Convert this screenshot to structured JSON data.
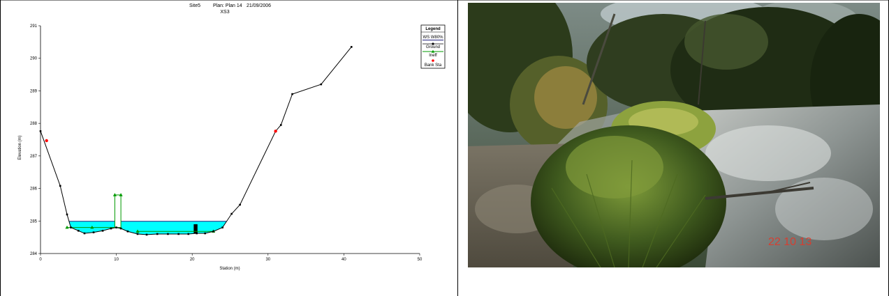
{
  "chart_data": {
    "type": "line",
    "title_parts": [
      "Site5",
      "Plan: Plan 14",
      "21/09/2006"
    ],
    "subtitle": "XS3",
    "xlabel": "Station (m)",
    "ylabel": "Elevation (m)",
    "xlim": [
      0,
      50
    ],
    "ylim": [
      284,
      291
    ],
    "x_ticks": [
      0,
      10,
      20,
      30,
      40,
      50
    ],
    "y_ticks": [
      284,
      285,
      286,
      287,
      288,
      289,
      290,
      291
    ],
    "grid": false,
    "legend_position": "top-right",
    "legend_title": "Legend",
    "colors": {
      "water_fill": "#00FFFF",
      "ws_line": "#1F1F7A",
      "ground": "#000000",
      "ineff": "#009900",
      "bank": "#FF0000"
    },
    "series": [
      {
        "name": "WS W80%",
        "type": "water-surface",
        "elevation": 284.99,
        "x_start": 3.8,
        "x_end": 24.5
      },
      {
        "name": "Ground",
        "x": [
          0,
          2.6,
          3.5,
          4.0,
          5.0,
          5.8,
          7.0,
          8.2,
          9.3,
          10.0,
          10.6,
          11.5,
          12.8,
          14.0,
          15.4,
          16.8,
          18.2,
          19.5,
          20.6,
          21.7,
          22.8,
          24.0,
          25.2,
          26.3,
          31.0,
          31.7,
          33.2,
          37.0,
          41.0
        ],
        "y": [
          287.76,
          286.08,
          285.2,
          284.8,
          284.7,
          284.62,
          284.65,
          284.7,
          284.77,
          284.8,
          284.77,
          284.68,
          284.6,
          284.58,
          284.6,
          284.6,
          284.6,
          284.6,
          284.62,
          284.62,
          284.68,
          284.8,
          285.22,
          285.5,
          287.76,
          287.95,
          288.9,
          289.2,
          290.35
        ]
      },
      {
        "name": "Ineff",
        "segments": [
          {
            "x": [
              3.5,
              10.0
            ],
            "y": [
              284.8,
              284.8
            ]
          },
          {
            "x": [
              12.8,
              22.8
            ],
            "y": [
              284.68,
              284.68
            ]
          }
        ],
        "markers": [
          {
            "x": 3.5,
            "y": 284.8
          },
          {
            "x": 6.8,
            "y": 284.8
          },
          {
            "x": 9.8,
            "y": 285.8
          },
          {
            "x": 10.6,
            "y": 285.8
          },
          {
            "x": 12.8,
            "y": 284.68
          },
          {
            "x": 22.8,
            "y": 284.68
          }
        ]
      },
      {
        "name": "Bank Sta",
        "x": [
          0.8,
          31.0
        ],
        "y": [
          287.47,
          287.76
        ]
      }
    ],
    "bridge_box": {
      "x": [
        9.8,
        10.6
      ],
      "y": [
        284.8,
        285.8
      ]
    },
    "obstruction": {
      "x": [
        20.2,
        20.7
      ],
      "y": [
        284.62,
        284.9
      ]
    }
  },
  "photo": {
    "timestamp": "22 10 13"
  }
}
